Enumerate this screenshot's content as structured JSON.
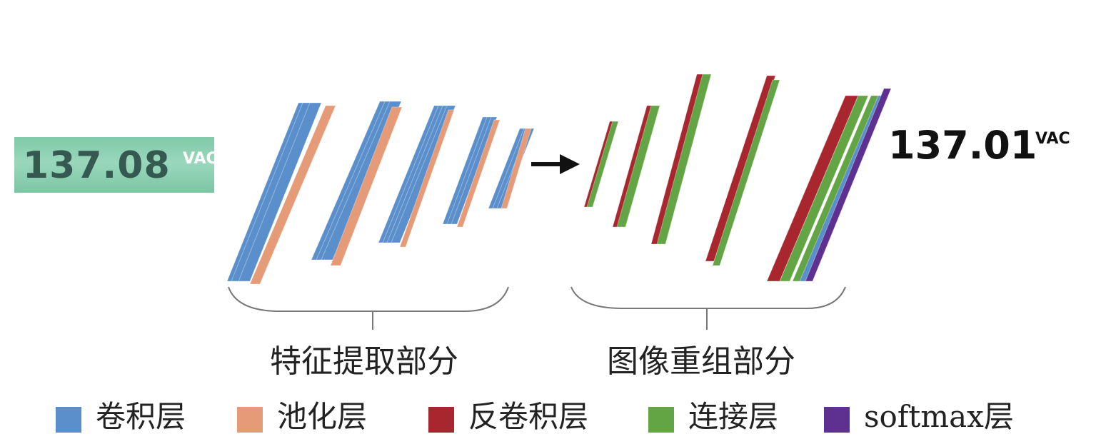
{
  "input_reading": {
    "value": "137.08",
    "unit": "VAC"
  },
  "output_reading": {
    "value": "137.01",
    "unit": "VAC"
  },
  "groups": {
    "feature_extraction": "特征提取部分",
    "image_reconstruction": "图像重组部分"
  },
  "legend": [
    {
      "label": "卷积层",
      "color": "#5b8fcb"
    },
    {
      "label": "池化层",
      "color": "#e59a78"
    },
    {
      "label": "反卷积层",
      "color": "#a8262e"
    },
    {
      "label": "连接层",
      "color": "#63a445"
    },
    {
      "label": "softmax层",
      "color": "#5e3190"
    }
  ]
}
